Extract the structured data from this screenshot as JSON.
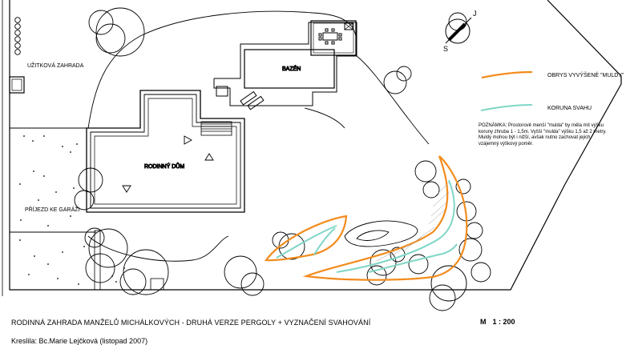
{
  "labels": {
    "kitchen_garden": "UŽITKOVÁ ZAHRADA",
    "pool": "BAZÉN",
    "house": "RODINNÝ DŮM",
    "driveway": "PŘÍJEZD KE GARÁŽI"
  },
  "compass": {
    "south": "S",
    "north": "J"
  },
  "legend": [
    {
      "label": "OBRYS VYVÝŠENÉ \"MULDY\"",
      "color": "#f28c1e"
    },
    {
      "label": "KORUNA SVAHU",
      "color": "#7fd6c6"
    }
  ],
  "note": "POZNÁMKA: Prostorově menší \"mulda\" by měla mít výšku koruny zhruba 1 - 1,5m. Vyšší \"mulda\" výšku 1,5 až 2 metry. Muldy mohou být i nižší, avšak nutno zachovat jejich vzájemný výškový poměr.",
  "title": "RODINNÁ ZAHRADA MANŽELŮ MICHÁLKOVÝCH - DRUHÁ VERZE PERGOLY + VYZNAČENÍ SVAHOVÁNÍ",
  "author": "Kreslila: Bc.Marie Lejčková (listopad 2007)",
  "scale": {
    "prefix": "M",
    "value": "1 : 200"
  },
  "colors": {
    "mound": "#f28c1e",
    "slope": "#7fd6c6",
    "line": "#000000"
  }
}
